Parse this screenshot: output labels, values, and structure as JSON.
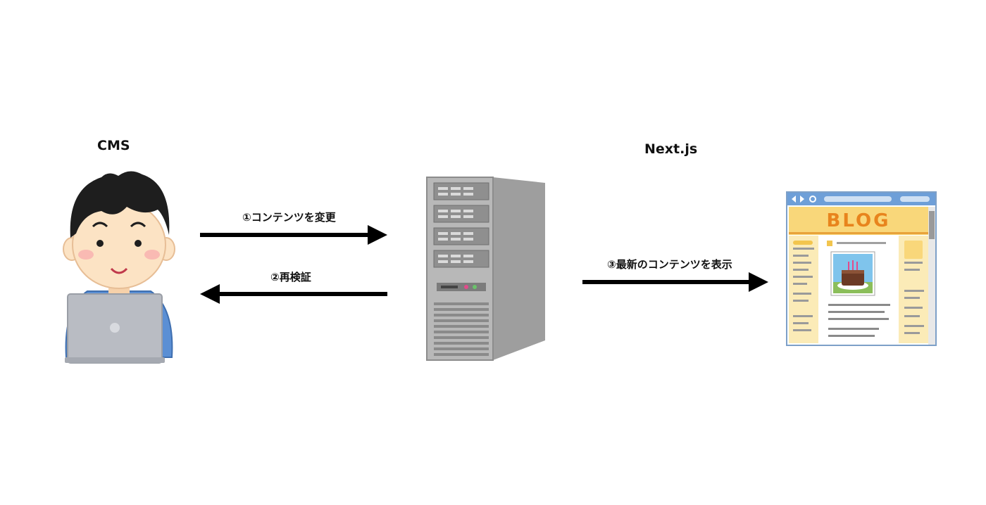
{
  "nodes": {
    "cms": {
      "title": "CMS",
      "icon": "person-with-laptop-icon"
    },
    "server": {
      "icon": "server-tower-icon"
    },
    "nextjs": {
      "title": "Next.js",
      "icon": "blog-browser-window-icon",
      "blog_header": "BLOG"
    }
  },
  "edges": [
    {
      "label": "①コンテンツを変更",
      "direction": "right"
    },
    {
      "label": "②再検証",
      "direction": "left"
    },
    {
      "label": "③最新のコンテンツを表示",
      "direction": "right"
    }
  ],
  "colors": {
    "text": "#111111",
    "arrow": "#000000",
    "skin": "#FCE3C4",
    "hair": "#1E1E1E",
    "shirt": "#5B8FD4",
    "laptop": "#B9BCC3",
    "server": "#A9A9A9",
    "blog_header_bg": "#F9D77A",
    "blog_header_text": "#E8841D"
  }
}
